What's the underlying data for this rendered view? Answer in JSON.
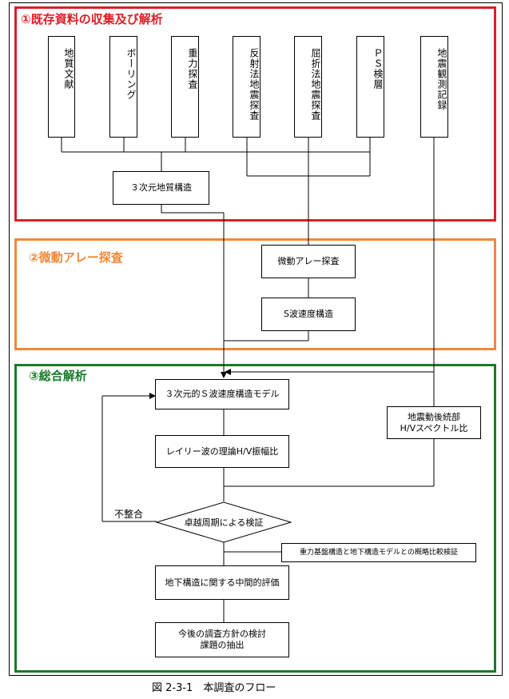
{
  "sections": {
    "s1": {
      "title": "①既存資料の収集及び解析",
      "color": "#dd1f26"
    },
    "s2": {
      "title": "②微動アレー探査",
      "color": "#f0883a"
    },
    "s3": {
      "title": "③総合解析",
      "color": "#1a7a2a"
    }
  },
  "sources": [
    "地質文献",
    "ボーリング",
    "重力探査",
    "反射法地震探査",
    "屈折法地震探査",
    "ＰＳ検層",
    "地震観測記録"
  ],
  "boxes": {
    "geology3d": "３次元地質構造",
    "microtremor": "微動アレー探査",
    "swave": "S波速度構造",
    "model3d": "３次元的Ｓ波速度構造モデル",
    "rayleigh": "レイリー波の理論H/V振幅比",
    "eq_hv": "地震動後続部\nH/Vスペクトル比",
    "decision": "卓越周期による検証",
    "mismatch": "不整合",
    "gravity_compare": "重力基盤構造と地下構造モデルとの概略比較検証",
    "interim_eval": "地下構造に関する中間的評価",
    "future": "今後の調査方針の検討\n課題の抽出"
  },
  "caption": "図 2-3-1　本調査のフロー"
}
